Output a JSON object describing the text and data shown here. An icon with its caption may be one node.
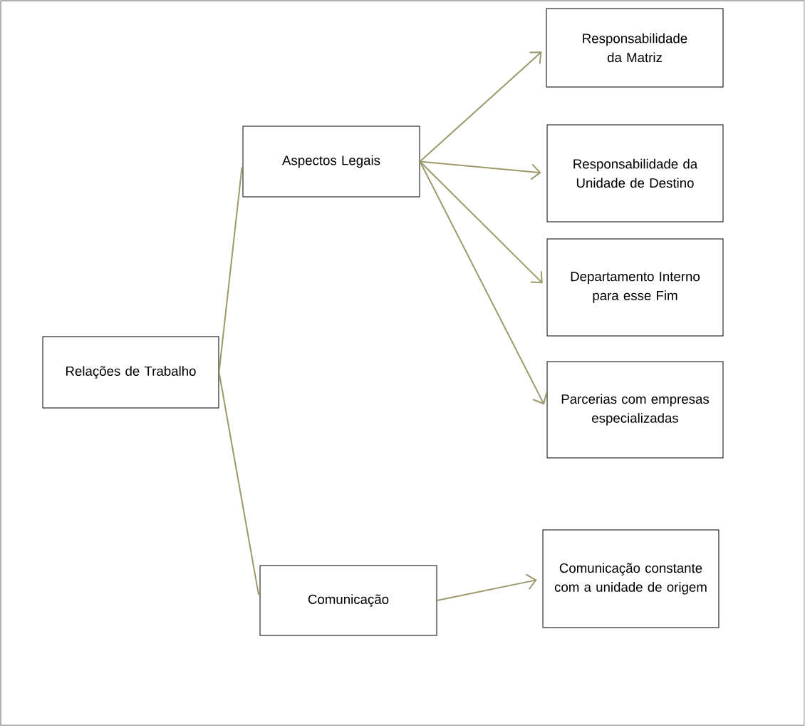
{
  "diagram": {
    "nodes": [
      {
        "text": [
          "Relações de Trabalho"
        ]
      },
      {
        "text": [
          "Aspectos Legais"
        ]
      },
      {
        "text": [
          "Comunicação"
        ]
      },
      {
        "text": [
          "Responsabilidade da Matriz"
        ]
      },
      {
        "text": [
          "Responsabilidade da Unidade de Destino"
        ]
      },
      {
        "text": [
          "Departamento Interno para esse Fim"
        ]
      },
      {
        "text": [
          "Parcerias com empresas especializadas"
        ]
      },
      {
        "text": [
          "Comunicação constante com a unidade de origem"
        ]
      }
    ],
    "edges": [
      {
        "from": 0,
        "to": 1,
        "arrow": "none"
      },
      {
        "from": 0,
        "to": 2,
        "arrow": "none"
      },
      {
        "from": 1,
        "to": 3,
        "arrow": "to"
      },
      {
        "from": 1,
        "to": 4,
        "arrow": "to"
      },
      {
        "from": 1,
        "to": 5,
        "arrow": "to"
      },
      {
        "from": 1,
        "to": 6,
        "arrow": "to"
      },
      {
        "from": 2,
        "to": 7,
        "arrow": "to"
      }
    ]
  }
}
